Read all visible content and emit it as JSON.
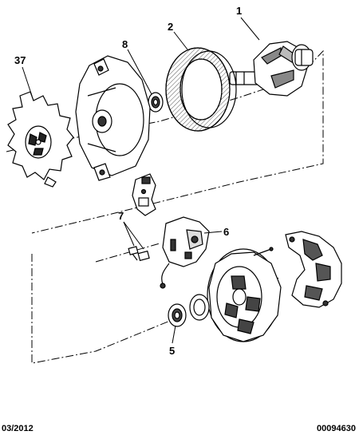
{
  "diagram": {
    "callouts": [
      {
        "id": "c1",
        "label": "1"
      },
      {
        "id": "c2",
        "label": "2"
      },
      {
        "id": "c8",
        "label": "8"
      },
      {
        "id": "c37",
        "label": "37"
      },
      {
        "id": "c7",
        "label": "7"
      },
      {
        "id": "c6",
        "label": "6"
      },
      {
        "id": "c5",
        "label": "5"
      }
    ]
  },
  "footer": {
    "date": "03/2012",
    "reference": "00094630"
  }
}
